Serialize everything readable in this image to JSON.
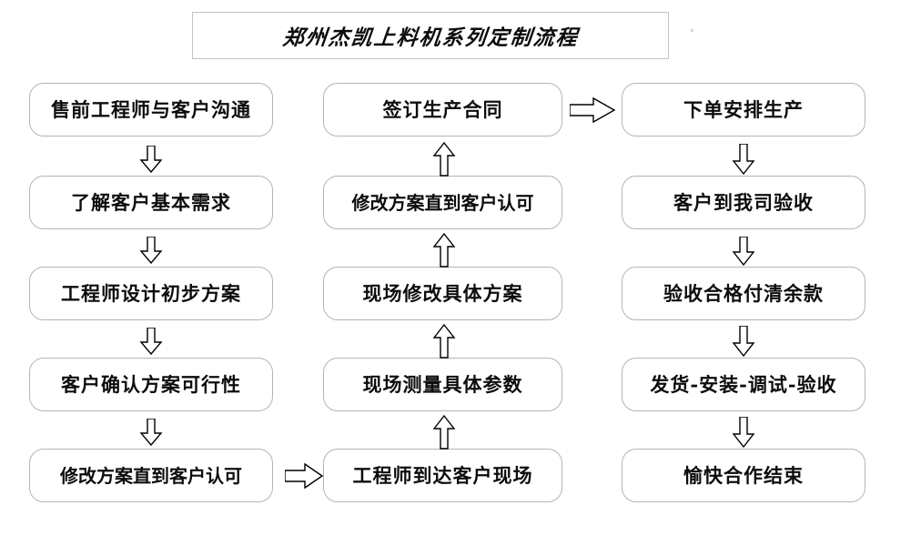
{
  "title": {
    "text": "郑州杰凯上料机系列定制流程"
  },
  "columns": {
    "left": {
      "nodes": [
        {
          "label": "售前工程师与客户沟通"
        },
        {
          "label": "了解客户基本需求"
        },
        {
          "label": "工程师设计初步方案"
        },
        {
          "label": "客户确认方案可行性"
        },
        {
          "label": "修改方案直到客户认可"
        }
      ]
    },
    "middle": {
      "nodes": [
        {
          "label": "签订生产合同"
        },
        {
          "label": "修改方案直到客户认可"
        },
        {
          "label": "现场修改具体方案"
        },
        {
          "label": "现场测量具体参数"
        },
        {
          "label": "工程师到达客户现场"
        }
      ]
    },
    "right": {
      "nodes": [
        {
          "label": "下单安排生产"
        },
        {
          "label": "客户到我司验收"
        },
        {
          "label": "验收合格付清余款"
        },
        {
          "label": "发货-安装-调试-验收"
        },
        {
          "label": "愉快合作结束"
        }
      ]
    }
  },
  "connectors": {
    "left_down_1": {
      "icon": "arrow-down-icon"
    },
    "left_down_2": {
      "icon": "arrow-down-icon"
    },
    "left_down_3": {
      "icon": "arrow-down-icon"
    },
    "left_down_4": {
      "icon": "arrow-down-icon"
    },
    "left_to_middle": {
      "icon": "arrow-right-icon"
    },
    "middle_up_1": {
      "icon": "arrow-up-icon"
    },
    "middle_up_2": {
      "icon": "arrow-up-icon"
    },
    "middle_up_3": {
      "icon": "arrow-up-icon"
    },
    "middle_up_4": {
      "icon": "arrow-up-icon"
    },
    "middle_to_right": {
      "icon": "arrow-right-icon"
    },
    "right_down_1": {
      "icon": "arrow-down-icon"
    },
    "right_down_2": {
      "icon": "arrow-down-icon"
    },
    "right_down_3": {
      "icon": "arrow-down-icon"
    },
    "right_down_4": {
      "icon": "arrow-down-icon"
    }
  },
  "colors": {
    "box_border": "#b4b4b4",
    "title_border": "#c2c2c2",
    "text": "#0d0d0d",
    "arrow_stroke": "#000000",
    "background": "#ffffff"
  }
}
